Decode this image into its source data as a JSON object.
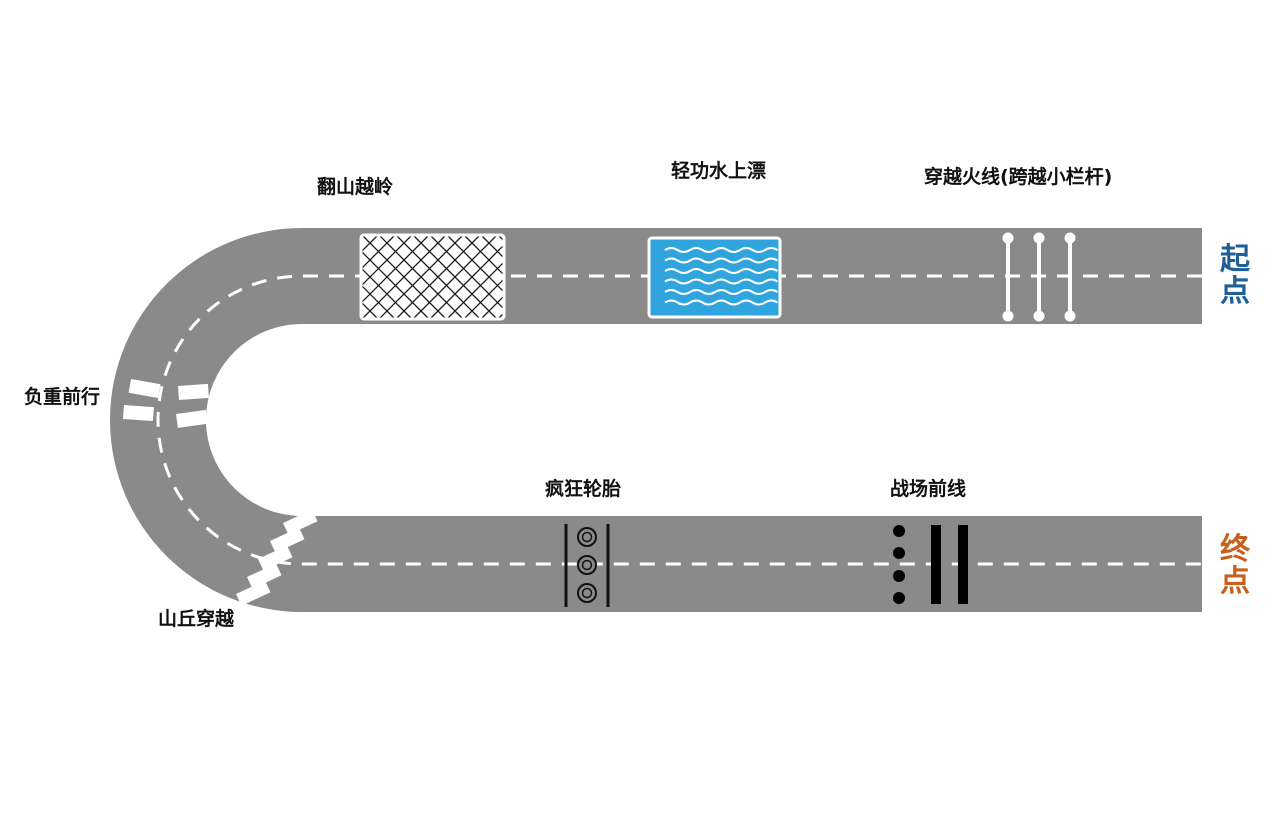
{
  "track": {
    "road_color": "#8a8a8a",
    "mark_color": "#ffffff"
  },
  "start_label": {
    "text": "起点",
    "color": "#1f5f96"
  },
  "end_label": {
    "text": "终点",
    "color": "#c8601d"
  },
  "obstacles": {
    "mountain": {
      "label": "翻山越岭"
    },
    "water": {
      "label": "轻功水上漂",
      "color": "#2fa4dd"
    },
    "hurdles": {
      "label": "穿越火线(跨越小栏杆)"
    },
    "load": {
      "label": "负重前行"
    },
    "hill": {
      "label": "山丘穿越"
    },
    "tires": {
      "label": "疯狂轮胎"
    },
    "frontline": {
      "label": "战场前线"
    }
  }
}
